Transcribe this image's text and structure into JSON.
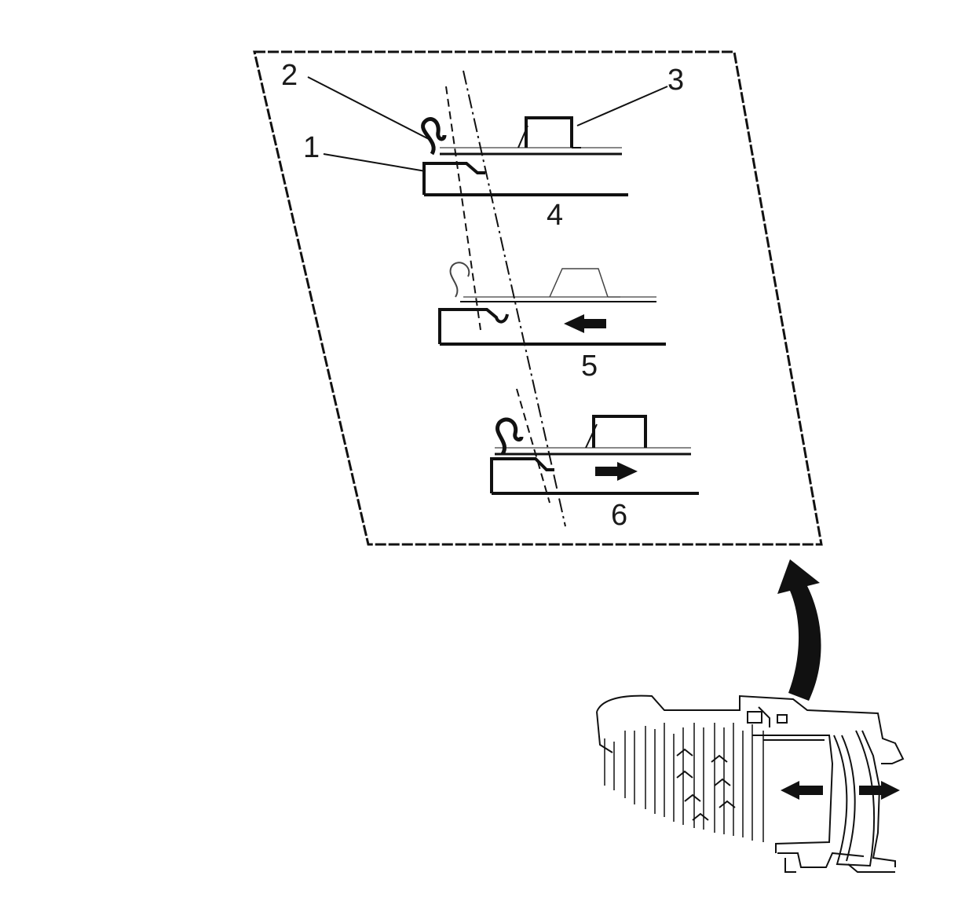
{
  "labels": {
    "callout_1": "1",
    "callout_2": "2",
    "callout_3": "3",
    "step_4": "4",
    "step_5": "5",
    "step_6": "6"
  },
  "colors": {
    "ink": "#111111",
    "arrow_fill": "#111111",
    "background": "#ffffff"
  },
  "icons": {
    "step_5_arrow": "arrow-left-icon",
    "step_6_arrow": "arrow-right-icon",
    "curved_arrow": "curved-arrow-up-icon",
    "piston_arrows": "double-arrow-horizontal-icon"
  }
}
